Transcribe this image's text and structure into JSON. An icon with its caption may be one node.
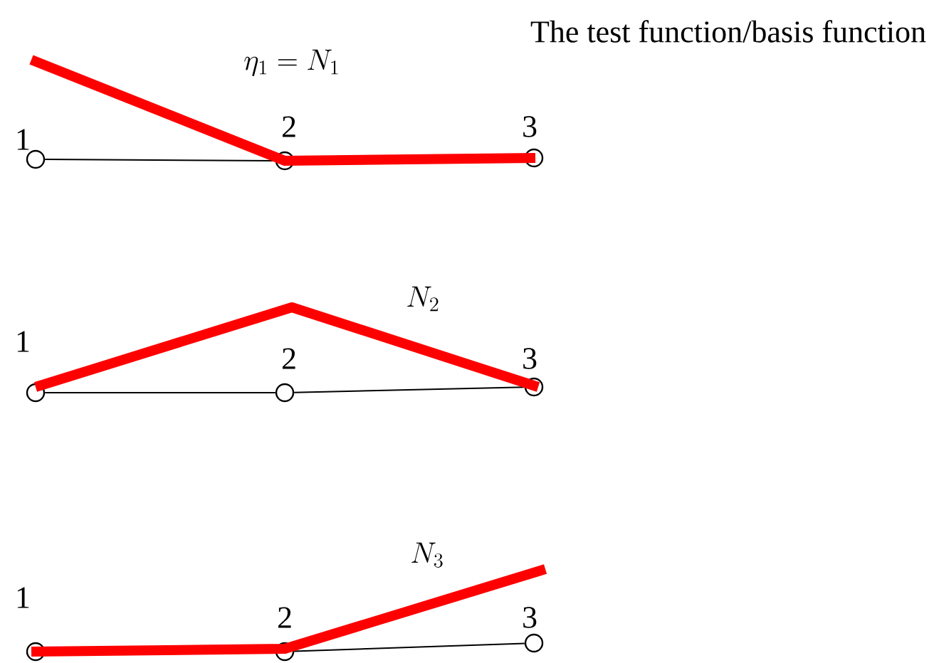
{
  "diagram": {
    "title": "The test function/basis function",
    "nodes": [
      {
        "text": [],
        "shape": "circle",
        "beside": [
          "1"
        ]
      },
      {
        "text": [],
        "shape": "circle",
        "beside": [
          "2"
        ]
      },
      {
        "text": [],
        "shape": "circle",
        "beside": [
          "3"
        ]
      },
      {
        "text": [],
        "shape": "circle",
        "beside": [
          "1"
        ]
      },
      {
        "text": [],
        "shape": "circle",
        "beside": [
          "2"
        ]
      },
      {
        "text": [],
        "shape": "circle",
        "beside": [
          "3"
        ]
      },
      {
        "text": [],
        "shape": "circle",
        "beside": [
          "1"
        ]
      },
      {
        "text": [],
        "shape": "circle",
        "beside": [
          "2"
        ]
      },
      {
        "text": [],
        "shape": "circle",
        "beside": [
          "3"
        ]
      }
    ],
    "edges": [
      {
        "from": 0,
        "to": 1,
        "arrow": "none"
      },
      {
        "from": 3,
        "to": 4,
        "arrow": "none"
      },
      {
        "from": 4,
        "to": 5,
        "arrow": "none"
      },
      {
        "from": 7,
        "to": 8,
        "arrow": "none"
      }
    ],
    "labels": [
      "\\eta_1 = N_1",
      "N_2",
      "N_3"
    ]
  }
}
